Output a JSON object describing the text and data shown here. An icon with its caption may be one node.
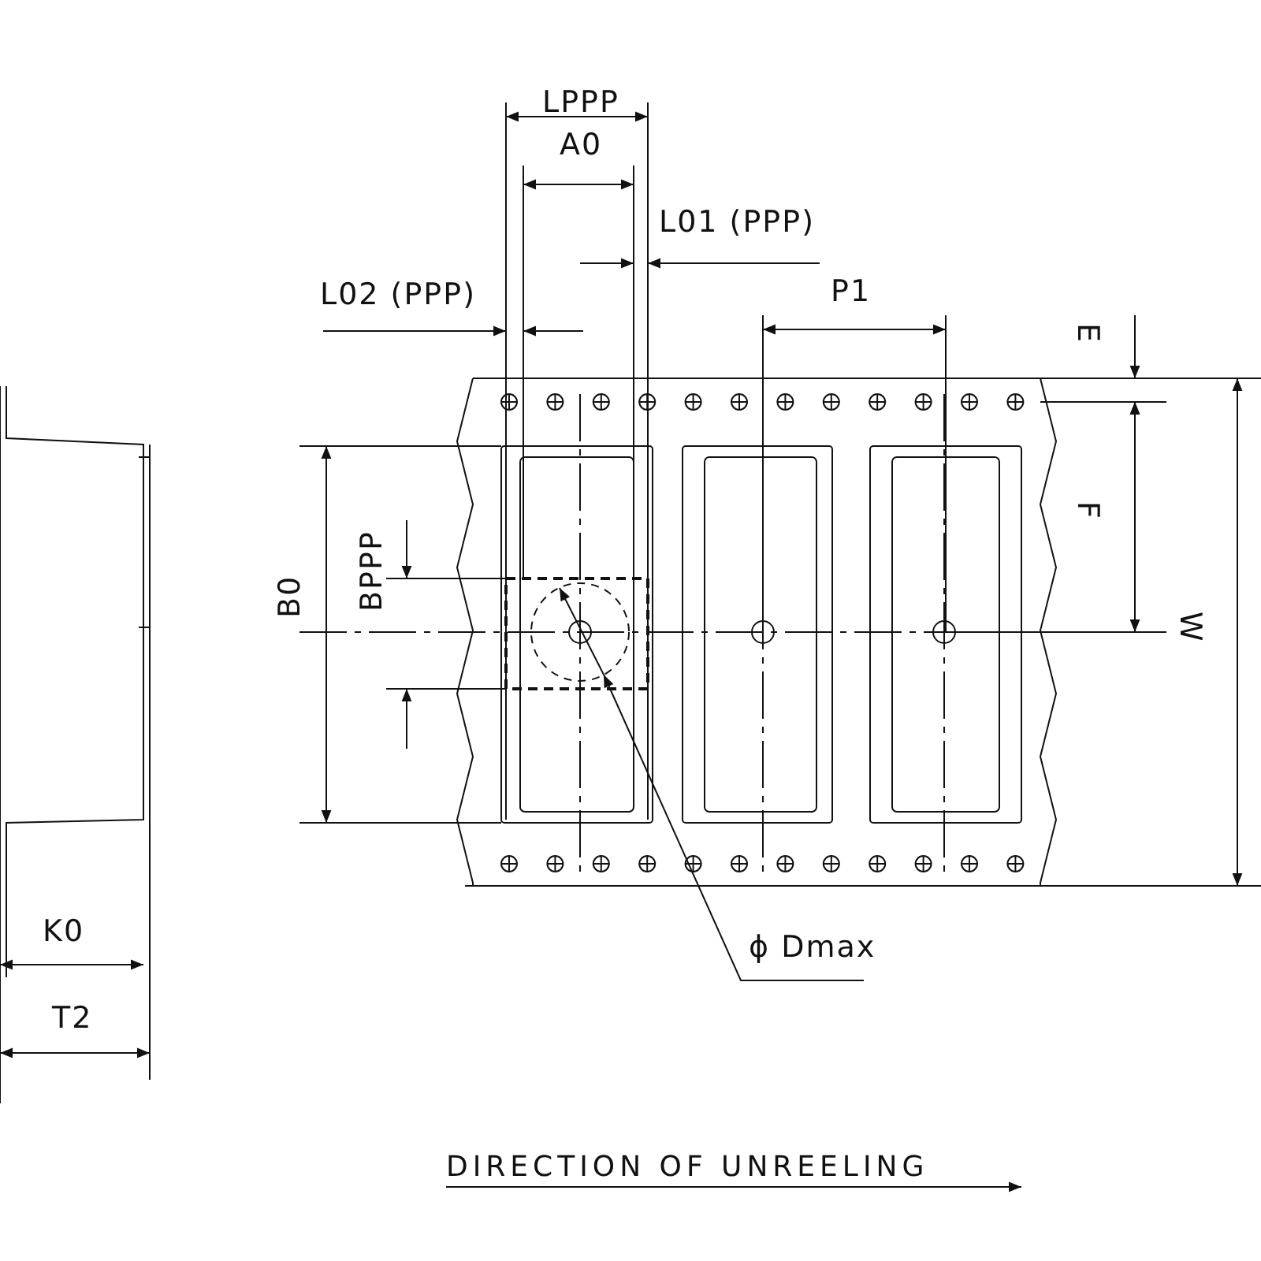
{
  "diagram": {
    "nodes": [
      {
        "text": [
          "ϕ Dmax"
        ]
      },
      {
        "text": [],
        "shape": "circle"
      }
    ],
    "edges": [
      {
        "from": 0,
        "to": 1,
        "arrow": "to"
      }
    ],
    "labels": [
      "LPPP",
      "A0",
      "L01 (PPP)",
      "L02 (PPP)",
      "P1",
      "E",
      "F",
      "B0",
      "BPPP",
      "W",
      "K0",
      "T2",
      "DIRECTION OF UNREELING"
    ]
  }
}
